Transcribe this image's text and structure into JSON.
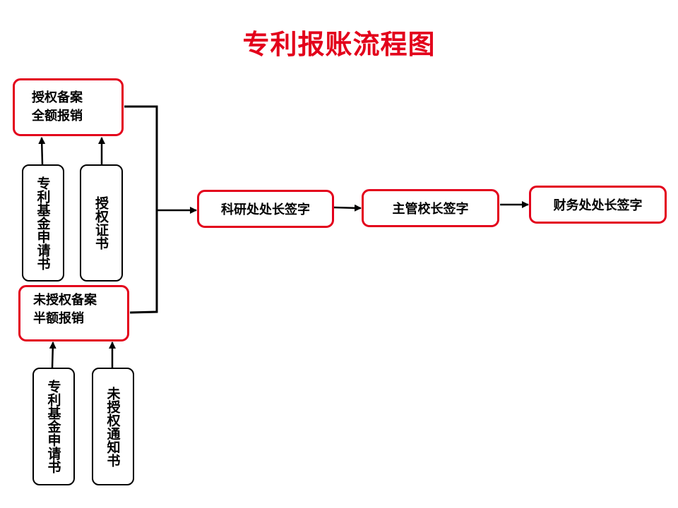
{
  "title": "专利报账流程图",
  "nodes": {
    "auth_box": {
      "line1": "授权备案",
      "line2": "全额报销"
    },
    "unauth_box": {
      "line1": "未授权备案",
      "line2": "半额报销"
    },
    "patent_fund_app_1": "专利基金申请书",
    "auth_certificate": "授权证书",
    "patent_fund_app_2": "专利基金申请书",
    "unauth_notice": "未授权通知书",
    "research_head": "科研处处长签字",
    "vice_president": "主管校长签字",
    "finance_head": "财务处处长签字"
  },
  "colors": {
    "accent": "#e3001b",
    "line": "#000000"
  }
}
